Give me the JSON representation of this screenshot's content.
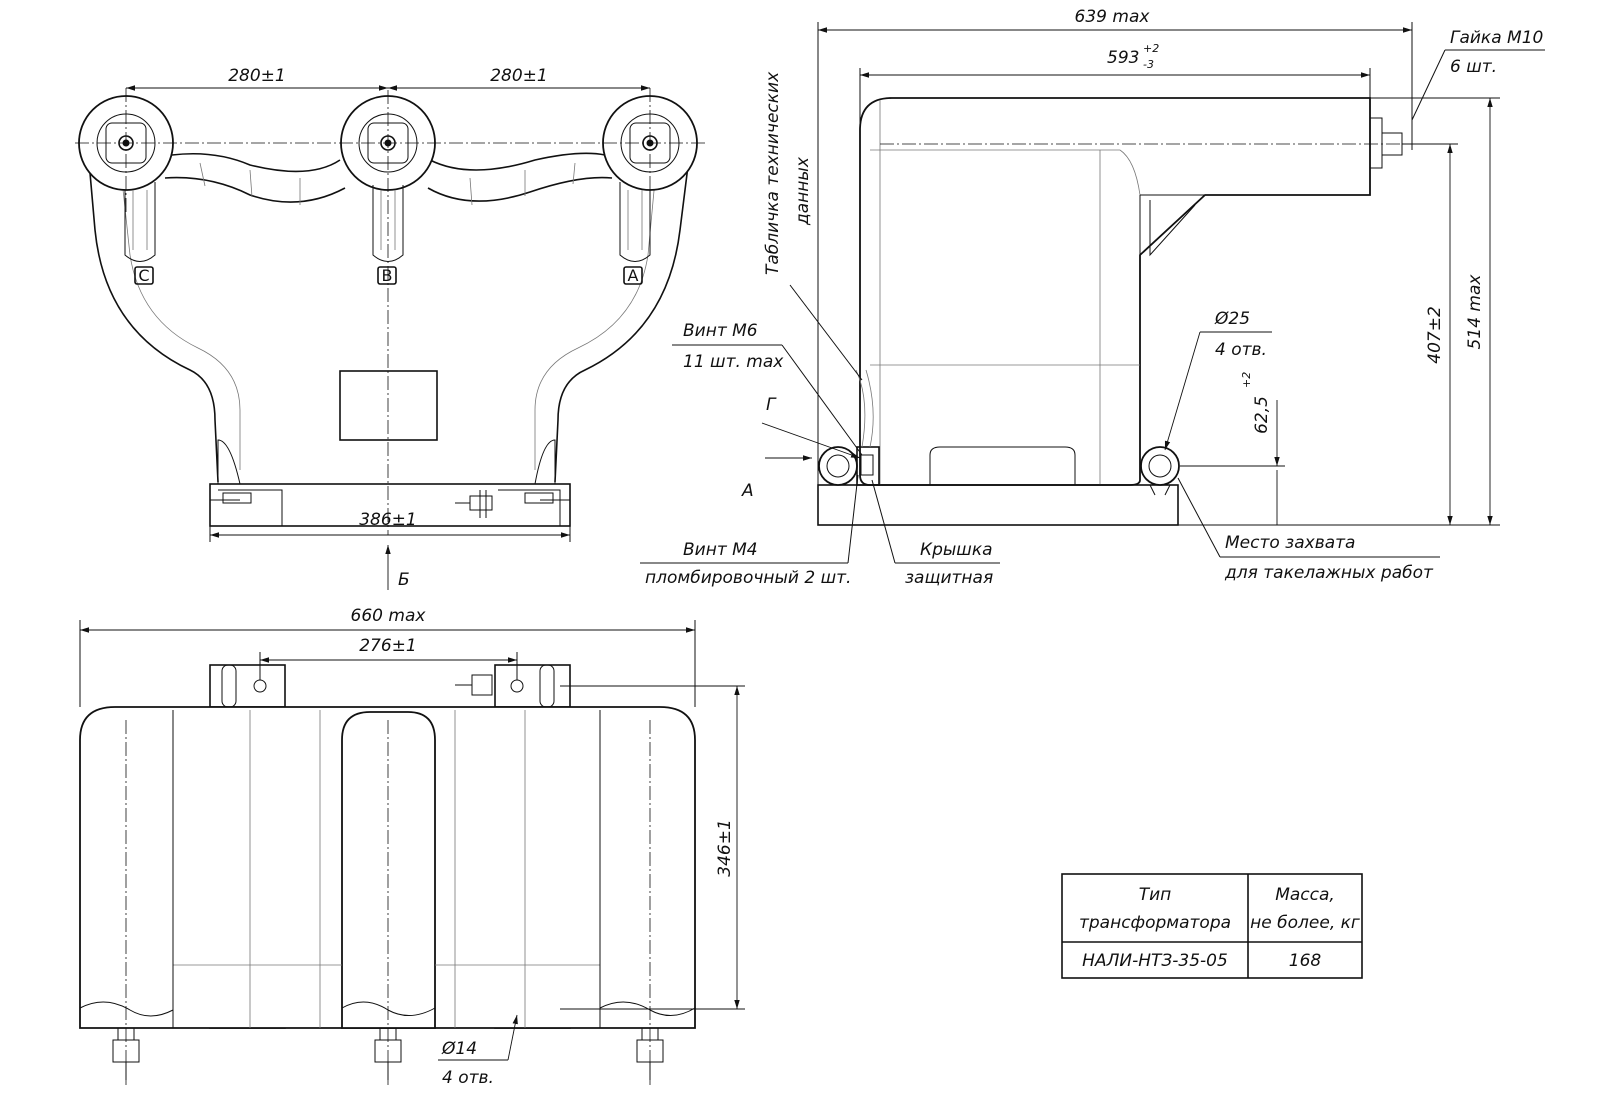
{
  "dimensions": {
    "top_left_pitch": "280±1",
    "top_right_pitch": "280±1",
    "base_width": "386±1",
    "overall_width": "660 max",
    "mount_pitch": "276±1",
    "depth": "346±1",
    "overall_length": "639 max",
    "body_length": "593",
    "body_length_tol_upper": "+2",
    "body_length_tol_lower": "-3",
    "height_axis": "407±2",
    "overall_height": "514 max",
    "eye_height": "62,5",
    "eye_height_tol": "+2"
  },
  "terminal_marks": [
    "C",
    "B",
    "A"
  ],
  "view_labels": {
    "view_b": "Б",
    "view_a": "А",
    "view_g": "Г"
  },
  "callouts": {
    "nut_line1": "Гайка М10",
    "nut_line2": "6 шт.",
    "plate_line1": "Табличка технических",
    "plate_line2": "данных",
    "screw_m6_line1": "Винт М6",
    "screw_m6_line2": "11 шт. max",
    "hole25_line1": "Ø25",
    "hole25_line2": "4 отв.",
    "screw_m4_line1": "Винт М4",
    "screw_m4_line2": "пломбировочный 2 шт.",
    "cover_line1": "Крышка",
    "cover_line2": "защитная",
    "lift_line1": "Место захвата",
    "lift_line2": "для такелажных работ",
    "hole14_line1": "Ø14",
    "hole14_line2": "4 отв."
  },
  "spec_table": {
    "col1_header_line1": "Тип",
    "col1_header_line2": "трансформатора",
    "col2_header_line1": "Масса,",
    "col2_header_line2": "не более, кг",
    "type_value": "НАЛИ-НТЗ-35-05",
    "mass_value": "168"
  }
}
